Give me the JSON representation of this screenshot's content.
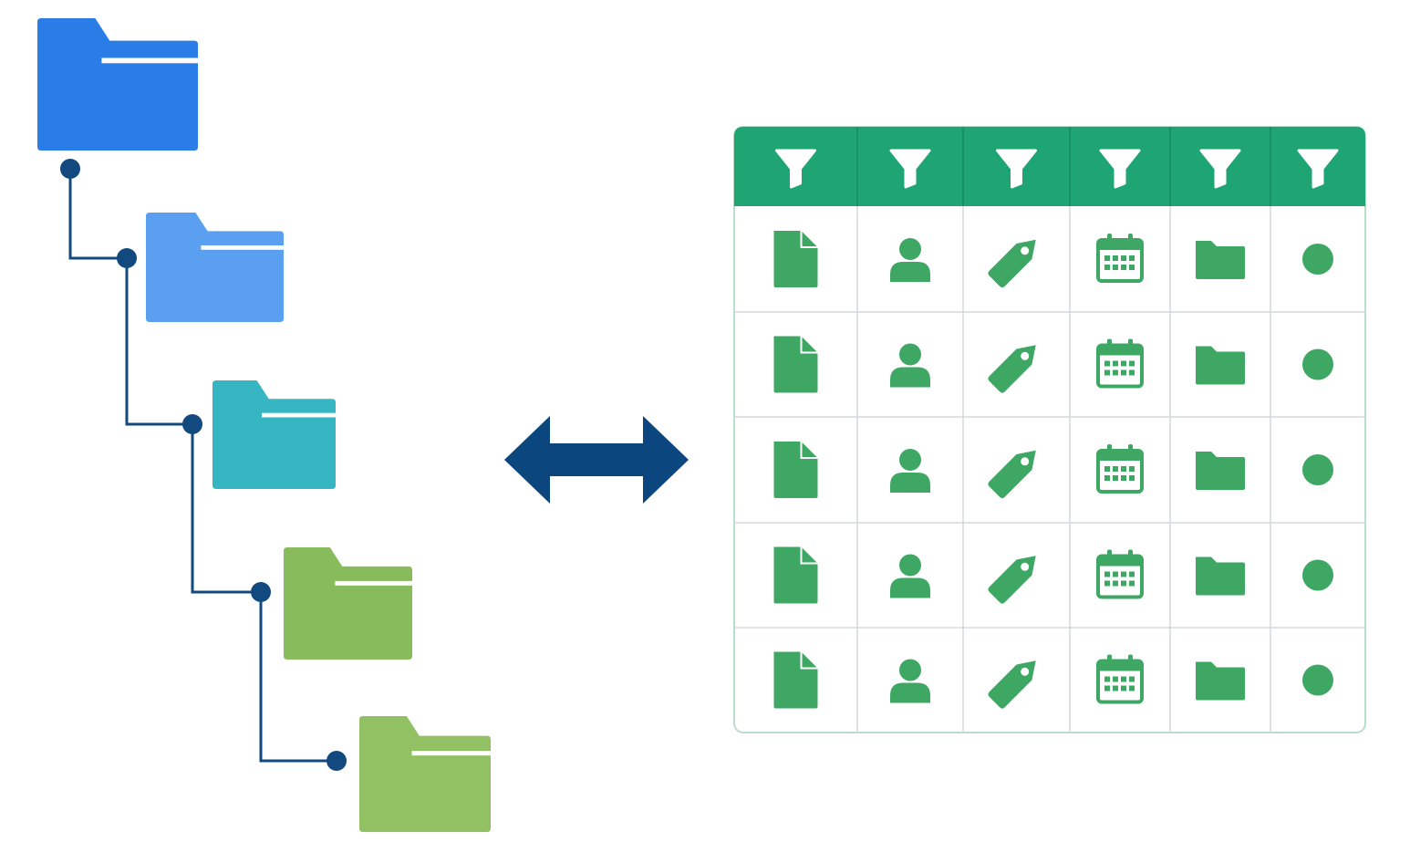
{
  "colors": {
    "background": "#ffffff",
    "connector": "#124a80",
    "arrow": "#0c467e",
    "table_header": "#1fa574",
    "table_grid": "#d4d9dc",
    "table_border": "#b9dccb",
    "icon_green": "#3fa764",
    "header_icon": "#ffffff"
  },
  "tree": {
    "folders": [
      {
        "level": 1,
        "color": "#2a7de6",
        "icon": "folder-icon"
      },
      {
        "level": 2,
        "color": "#5a9ff0",
        "icon": "folder-icon"
      },
      {
        "level": 3,
        "color": "#36b5c2",
        "icon": "folder-icon"
      },
      {
        "level": 4,
        "color": "#87bb5b",
        "icon": "folder-icon"
      },
      {
        "level": 5,
        "color": "#91c162",
        "icon": "folder-icon"
      }
    ]
  },
  "connector": {
    "icon": "bidirectional-arrow-icon"
  },
  "table": {
    "header_icons": [
      "filter-icon",
      "filter-icon",
      "filter-icon",
      "filter-icon",
      "filter-icon",
      "filter-icon"
    ],
    "row_icons": [
      "document-icon",
      "user-icon",
      "tag-icon",
      "calendar-icon",
      "folder-icon",
      "status-dot-icon"
    ],
    "row_count": 5
  }
}
